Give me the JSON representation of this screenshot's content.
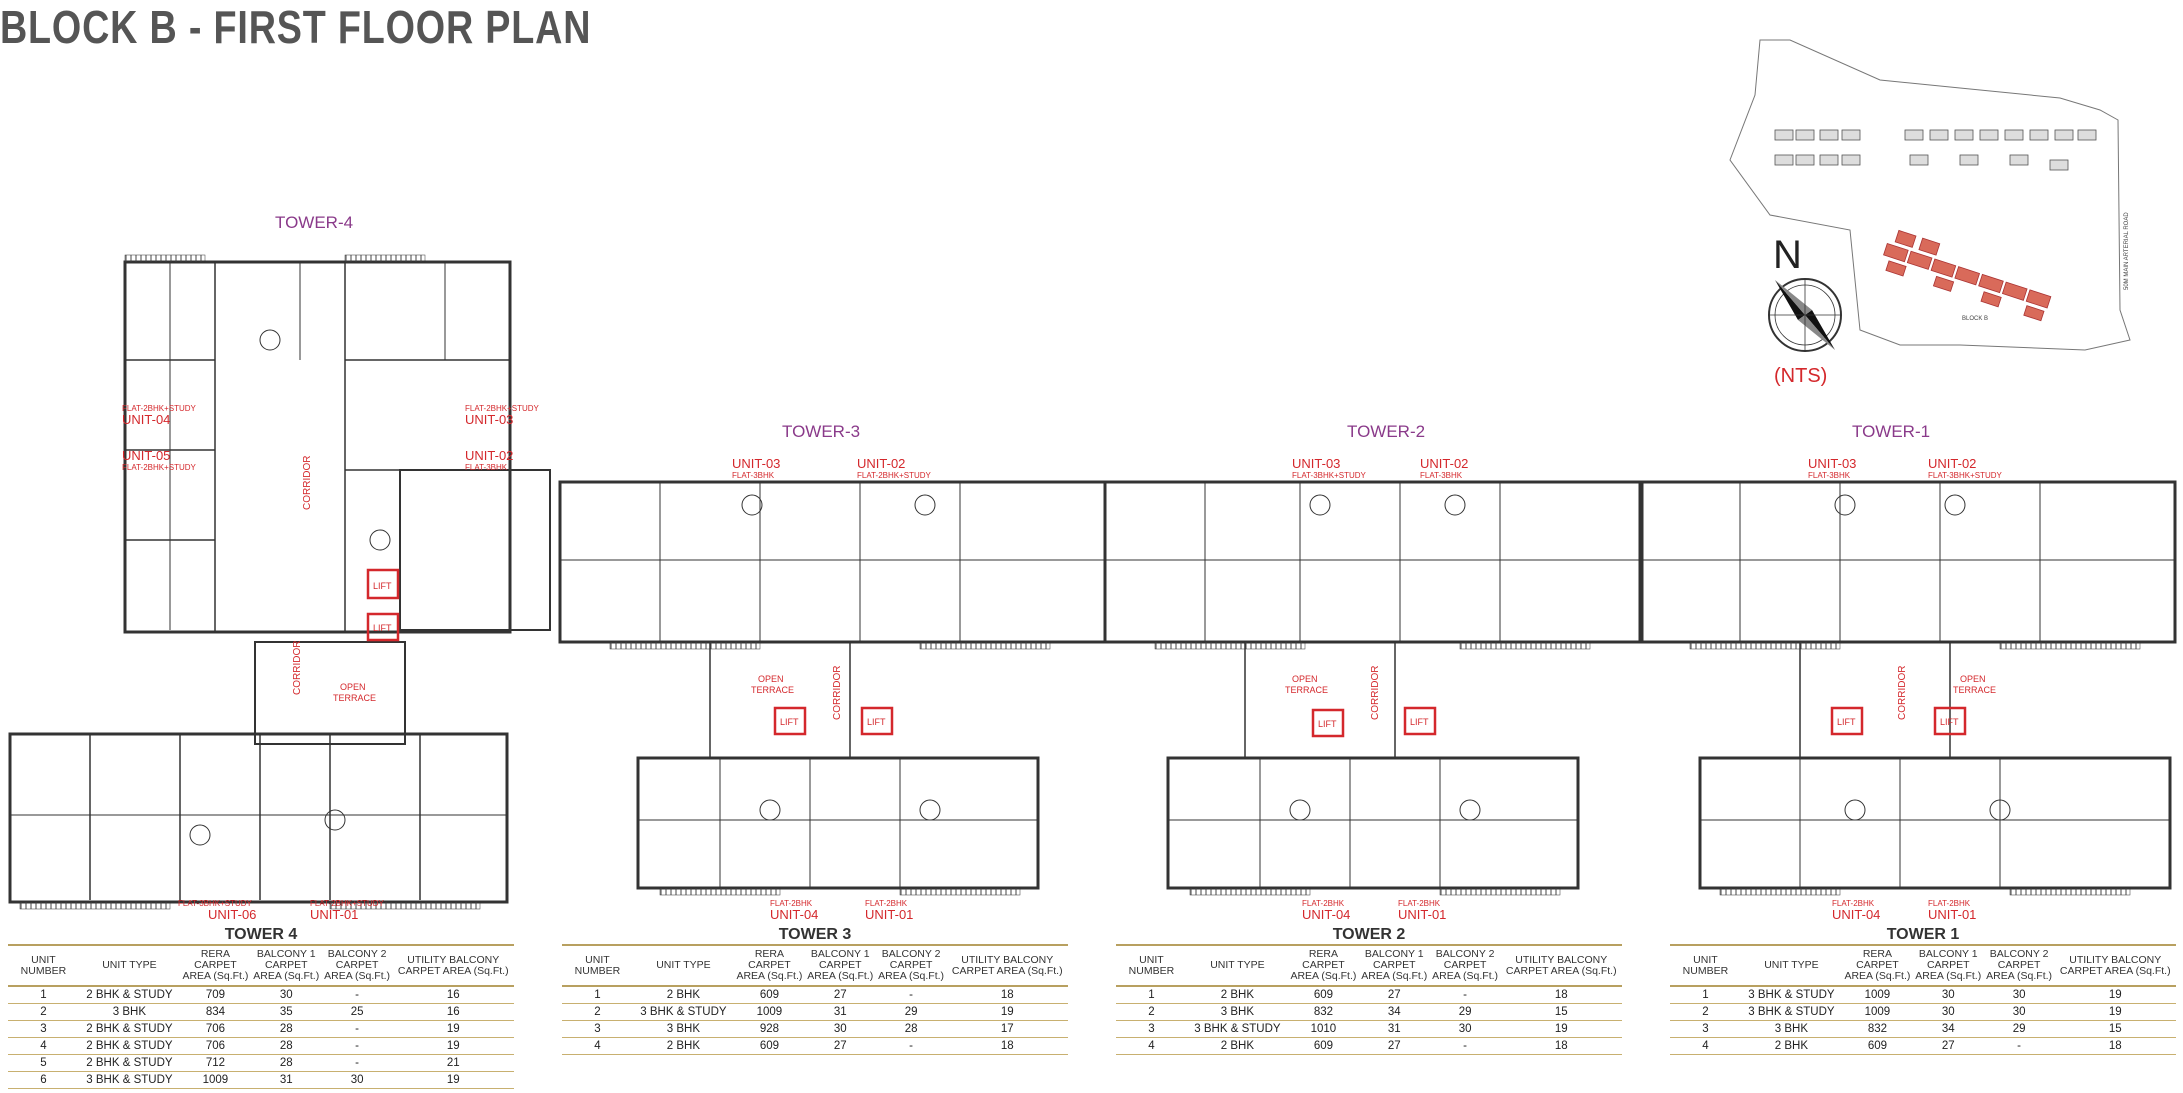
{
  "title": "BLOCK B - FIRST FLOOR PLAN",
  "colors": {
    "unit_label": "#d4282c",
    "tower_label": "#8a3a8a",
    "block_highlight": "#d96a5a",
    "table_rule": "#b8a060"
  },
  "towers": {
    "t4": {
      "name": "TOWER-4",
      "units": [
        {
          "unit": "UNIT-04",
          "type": "FLAT-2BHK+STUDY"
        },
        {
          "unit": "UNIT-03",
          "type": "FLAT-2BHK+STUDY"
        },
        {
          "unit": "UNIT-05",
          "type": "FLAT-2BHK+STUDY"
        },
        {
          "unit": "UNIT-02",
          "type": "FLAT-3BHK"
        },
        {
          "unit": "UNIT-06",
          "type": "FLAT-3BHK+STUDY"
        },
        {
          "unit": "UNIT-01",
          "type": "FLAT-2BHK+STUDY"
        }
      ]
    },
    "t3": {
      "name": "TOWER-3",
      "units": [
        {
          "unit": "UNIT-03",
          "type": "FLAT-3BHK"
        },
        {
          "unit": "UNIT-02",
          "type": "FLAT-2BHK+STUDY"
        },
        {
          "unit": "UNIT-04",
          "type": "FLAT-2BHK"
        },
        {
          "unit": "UNIT-01",
          "type": "FLAT-2BHK"
        }
      ]
    },
    "t2": {
      "name": "TOWER-2",
      "units": [
        {
          "unit": "UNIT-03",
          "type": "FLAT-3BHK+STUDY"
        },
        {
          "unit": "UNIT-02",
          "type": "FLAT-3BHK"
        },
        {
          "unit": "UNIT-04",
          "type": "FLAT-2BHK"
        },
        {
          "unit": "UNIT-01",
          "type": "FLAT-2BHK"
        }
      ]
    },
    "t1": {
      "name": "TOWER-1",
      "units": [
        {
          "unit": "UNIT-03",
          "type": "FLAT-3BHK"
        },
        {
          "unit": "UNIT-02",
          "type": "FLAT-3BHK+STUDY"
        },
        {
          "unit": "UNIT-04",
          "type": "FLAT-2BHK"
        },
        {
          "unit": "UNIT-01",
          "type": "FLAT-2BHK"
        }
      ]
    }
  },
  "labels": {
    "lift": "LIFT",
    "corridor": "CORRIDOR",
    "open_terrace": [
      "OPEN",
      "TERRACE"
    ],
    "north": "N",
    "nts": "(NTS)",
    "road": "50M MAIN ARTERIAL ROAD",
    "block": "BLOCK B"
  },
  "table_headers": [
    "UNIT NUMBER",
    "UNIT TYPE",
    "RERA CARPET AREA (Sq.Ft.)",
    "BALCONY 1 CARPET AREA (Sq.Ft.)",
    "BALCONY 2 CARPET AREA (Sq.Ft.)",
    "UTILITY BALCONY CARPET AREA (Sq.Ft.)"
  ],
  "tables": [
    {
      "title": "TOWER 4",
      "rows": [
        [
          "1",
          "2 BHK & STUDY",
          "709",
          "30",
          "-",
          "16"
        ],
        [
          "2",
          "3 BHK",
          "834",
          "35",
          "25",
          "16"
        ],
        [
          "3",
          "2 BHK & STUDY",
          "706",
          "28",
          "-",
          "19"
        ],
        [
          "4",
          "2 BHK & STUDY",
          "706",
          "28",
          "-",
          "19"
        ],
        [
          "5",
          "2 BHK & STUDY",
          "712",
          "28",
          "-",
          "21"
        ],
        [
          "6",
          "3 BHK & STUDY",
          "1009",
          "31",
          "30",
          "19"
        ]
      ]
    },
    {
      "title": "TOWER 3",
      "rows": [
        [
          "1",
          "2 BHK",
          "609",
          "27",
          "-",
          "18"
        ],
        [
          "2",
          "3 BHK & STUDY",
          "1009",
          "31",
          "29",
          "19"
        ],
        [
          "3",
          "3 BHK",
          "928",
          "30",
          "28",
          "17"
        ],
        [
          "4",
          "2 BHK",
          "609",
          "27",
          "-",
          "18"
        ]
      ]
    },
    {
      "title": "TOWER 2",
      "rows": [
        [
          "1",
          "2 BHK",
          "609",
          "27",
          "-",
          "18"
        ],
        [
          "2",
          "3 BHK",
          "832",
          "34",
          "29",
          "15"
        ],
        [
          "3",
          "3 BHK & STUDY",
          "1010",
          "31",
          "30",
          "19"
        ],
        [
          "4",
          "2 BHK",
          "609",
          "27",
          "-",
          "18"
        ]
      ]
    },
    {
      "title": "TOWER 1",
      "rows": [
        [
          "1",
          "3 BHK & STUDY",
          "1009",
          "30",
          "30",
          "19"
        ],
        [
          "2",
          "3 BHK & STUDY",
          "1009",
          "30",
          "30",
          "19"
        ],
        [
          "3",
          "3 BHK",
          "832",
          "34",
          "29",
          "15"
        ],
        [
          "4",
          "2 BHK",
          "609",
          "27",
          "-",
          "18"
        ]
      ]
    }
  ]
}
